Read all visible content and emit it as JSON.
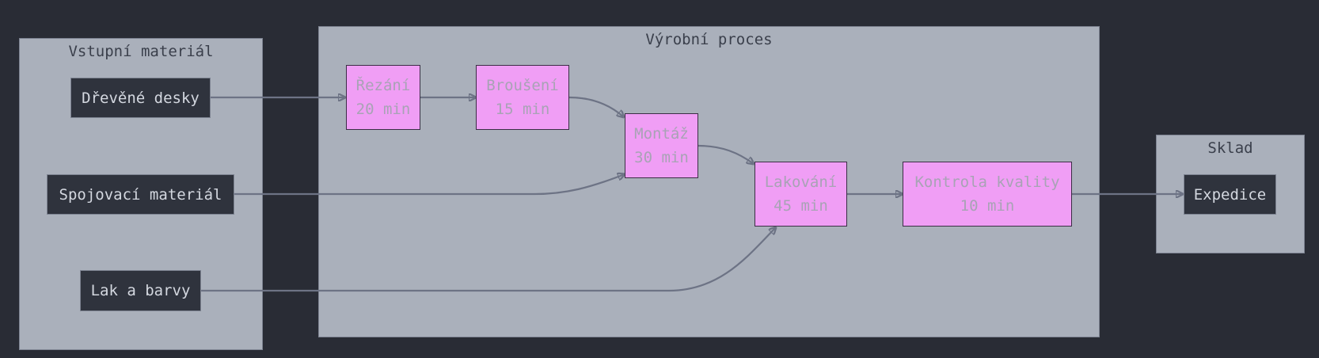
{
  "groups": {
    "input": {
      "title": "Vstupní materiál"
    },
    "process": {
      "title": "Výrobní proces"
    },
    "warehouse": {
      "title": "Sklad"
    }
  },
  "nodes": {
    "wooden_boards": "Dřevěné desky",
    "fasteners": "Spojovací materiál",
    "lacquer_paints": "Lak a barvy",
    "cutting": {
      "name": "Řezání",
      "duration": "20 min"
    },
    "sanding": {
      "name": "Broušení",
      "duration": "15 min"
    },
    "assembly": {
      "name": "Montáž",
      "duration": "30 min"
    },
    "lacquering": {
      "name": "Lakování",
      "duration": "45 min"
    },
    "quality_control": {
      "name": "Kontrola kvality",
      "duration": "10 min"
    },
    "shipping": "Expedice"
  },
  "edges": [
    {
      "from": "Dřevěné desky",
      "to": "Řezání"
    },
    {
      "from": "Řezání",
      "to": "Broušení"
    },
    {
      "from": "Broušení",
      "to": "Montáž"
    },
    {
      "from": "Spojovací materiál",
      "to": "Montáž"
    },
    {
      "from": "Montáž",
      "to": "Lakování"
    },
    {
      "from": "Lak a barvy",
      "to": "Lakování"
    },
    {
      "from": "Lakování",
      "to": "Kontrola kvality"
    },
    {
      "from": "Kontrola kvality",
      "to": "Expedice"
    }
  ],
  "colors": {
    "background": "#292c35",
    "group_fill": "#aab0bb",
    "process_node_fill": "#f09ef5",
    "io_node_fill": "#2f333d",
    "edge": "#6d7385"
  }
}
